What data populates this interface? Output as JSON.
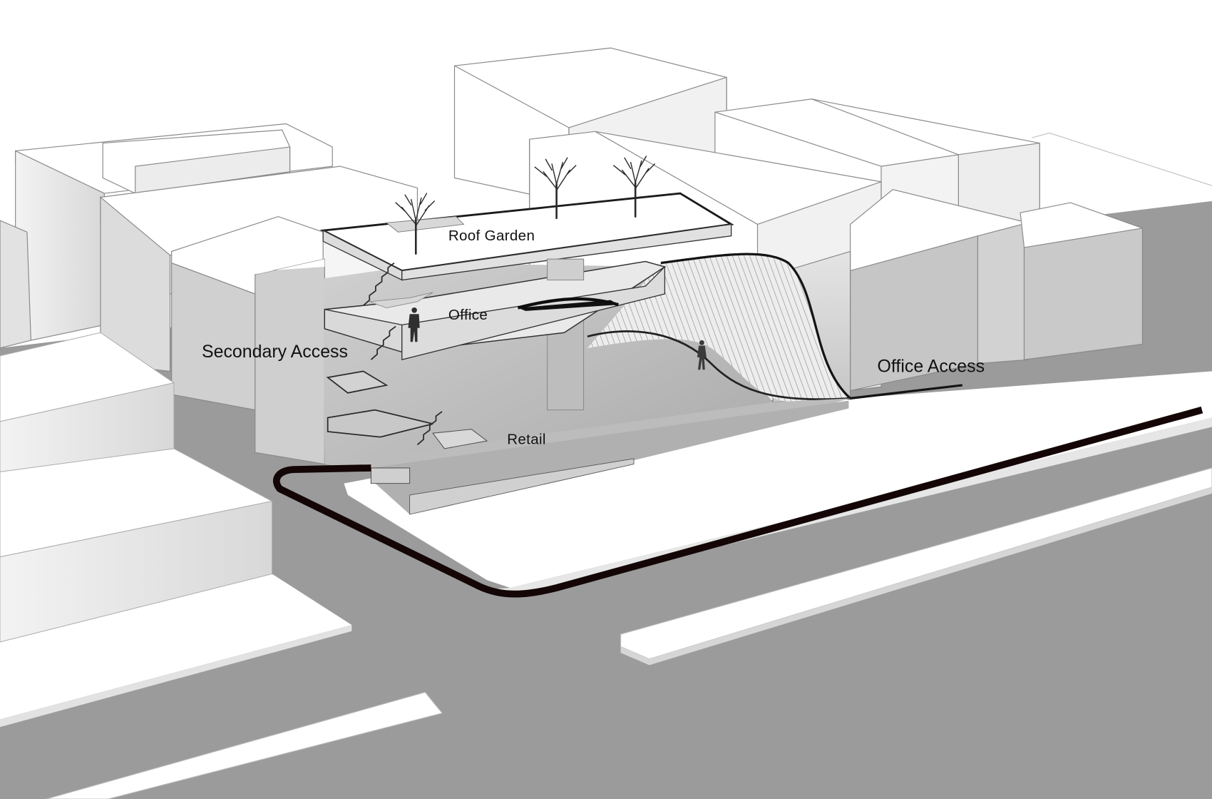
{
  "diagram": {
    "type": "architectural-axonometric",
    "subject": "mixed-use building section with roof garden, office and retail levels",
    "labels": {
      "roof_garden": "Roof Garden",
      "office": "Office",
      "retail": "Retail",
      "secondary_access": "Secondary Access",
      "office_access": "Office Access"
    },
    "levels": [
      {
        "name": "Roof Garden",
        "trees": 3
      },
      {
        "name": "Office",
        "figures": 1
      },
      {
        "name": "Retail"
      }
    ],
    "features": {
      "ramp": "curved ribbed ramp from street to office level",
      "ramp_figure": 1,
      "stairs": "zig-zag stair on left side connecting all levels",
      "access_path": "thick black path along sidewalk curb"
    },
    "colors": {
      "background": "#ffffff",
      "building_top": "#ffffff",
      "building_face_light": "#eeeeee",
      "building_face_mid": "#d4d4d4",
      "building_face_dark": "#c2c2c2",
      "road": "#9b9b9b",
      "sidewalk": "#ffffff",
      "access_path": "#140606",
      "section_cut": "#141414",
      "label_text": "#111111"
    }
  }
}
